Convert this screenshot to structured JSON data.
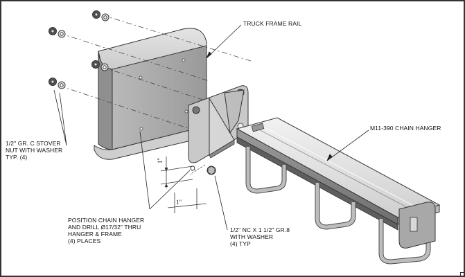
{
  "callouts": {
    "truck_frame_rail": "TRUCK FRAME RAIL",
    "chain_hanger": "M11-390 CHAIN HANGER",
    "stover_nut": [
      "1/2\" GR. C STOVER",
      "NUT WITH WASHER",
      "TYP. (4)"
    ],
    "position_drill": [
      "POSITION CHAIN HANGER",
      "AND DRILL Ø17/32\" THRU",
      "HANGER & FRAME",
      "(4) PLACES"
    ],
    "bolt": [
      "1/2\" NC X 1 1/2\" GR.8",
      "WITH WASHER",
      "(4) TYP"
    ]
  },
  "dimensions": {
    "vertical": "1\"",
    "horizontal": "1\""
  }
}
